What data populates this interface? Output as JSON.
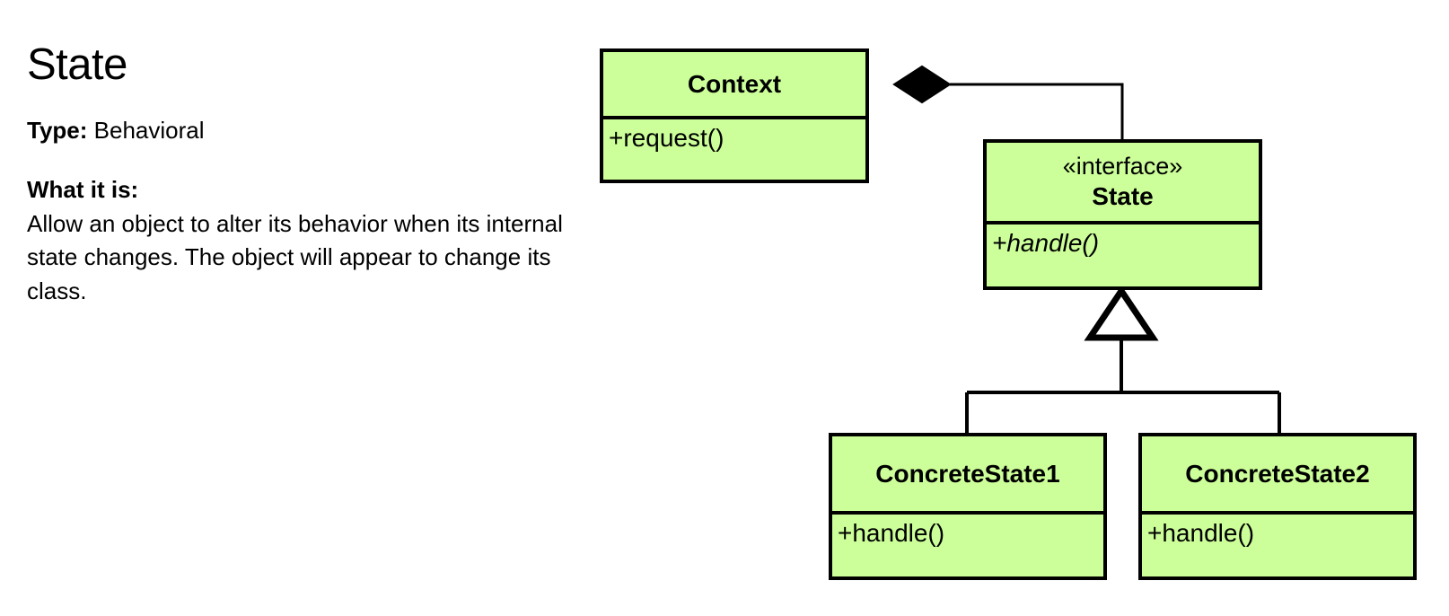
{
  "info": {
    "title": "State",
    "type_label": "Type:",
    "type_value": "Behavioral",
    "what_label": "What it is:",
    "what_body": "Allow an object to alter its behavior when its internal state changes. The object will appear to change its class."
  },
  "diagram": {
    "fill_color": "#ccff99",
    "stroke_color": "#000000",
    "classes": {
      "context": {
        "name": "Context",
        "members": [
          "+request()"
        ]
      },
      "state": {
        "stereotype": "«interface»",
        "name": "State",
        "members": [
          "+handle()"
        ]
      },
      "concrete_state_1": {
        "name": "ConcreteState1",
        "members": [
          "+handle()"
        ]
      },
      "concrete_state_2": {
        "name": "ConcreteState2",
        "members": [
          "+handle()"
        ]
      }
    },
    "relationships": [
      {
        "kind": "composition",
        "from": "Context",
        "to": "State"
      },
      {
        "kind": "generalization",
        "from": "ConcreteState1",
        "to": "State"
      },
      {
        "kind": "generalization",
        "from": "ConcreteState2",
        "to": "State"
      }
    ]
  }
}
